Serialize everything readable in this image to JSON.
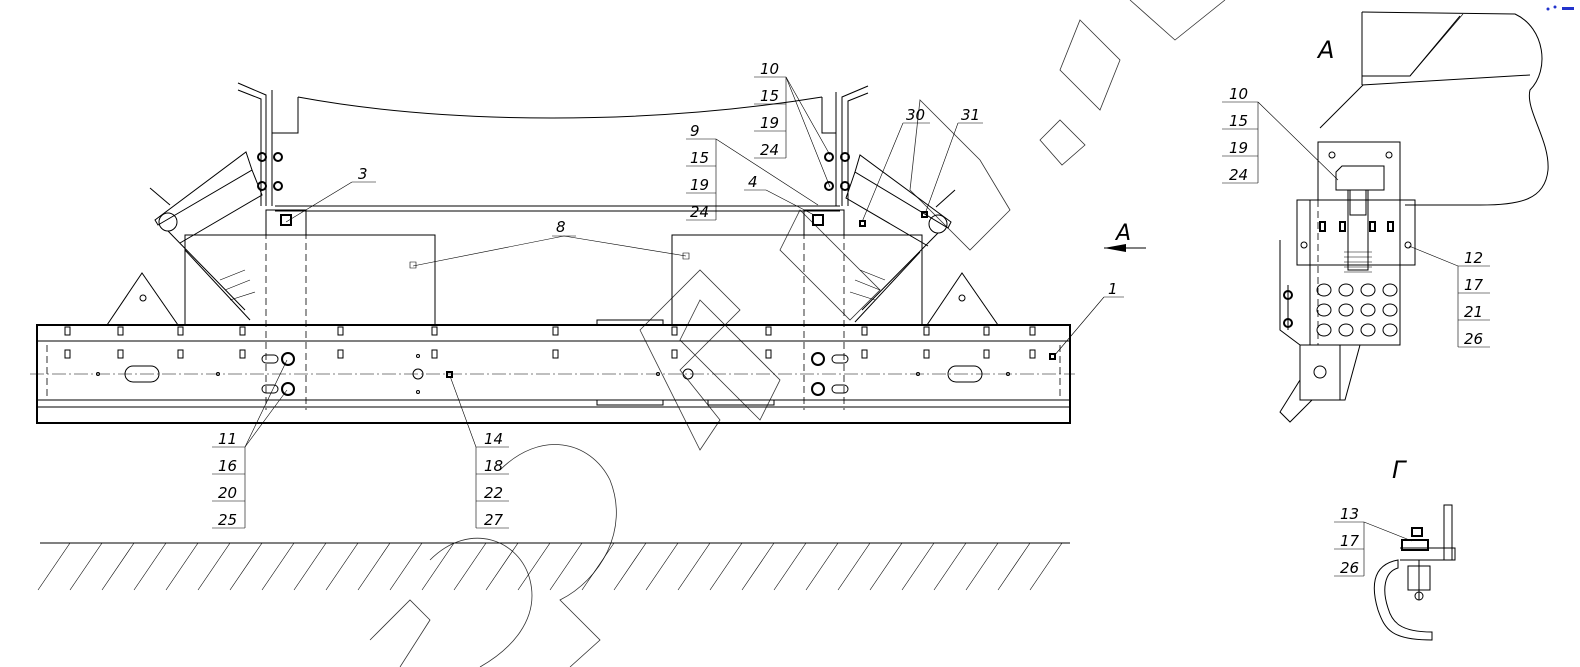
{
  "view_labels": {
    "view_a_arrow": "A",
    "view_a": "A",
    "view_g": "Г"
  },
  "callouts": {
    "c1": [
      "1"
    ],
    "c3": [
      "3"
    ],
    "c4": [
      "4"
    ],
    "c8": [
      "8"
    ],
    "c9": [
      "9",
      "15",
      "19",
      "24"
    ],
    "c10": [
      "10",
      "15",
      "19",
      "24"
    ],
    "c11": [
      "11",
      "16",
      "20",
      "25"
    ],
    "c14": [
      "14",
      "18",
      "22",
      "27"
    ],
    "c30": [
      "30"
    ],
    "c31": [
      "31"
    ],
    "va10": [
      "10",
      "15",
      "19",
      "24"
    ],
    "va12": [
      "12",
      "17",
      "21",
      "26"
    ],
    "vg13": [
      "13",
      "17",
      "26"
    ]
  },
  "colors": {
    "line": "#000000",
    "background": "#ffffff",
    "corner_mark": "#2233cc"
  }
}
